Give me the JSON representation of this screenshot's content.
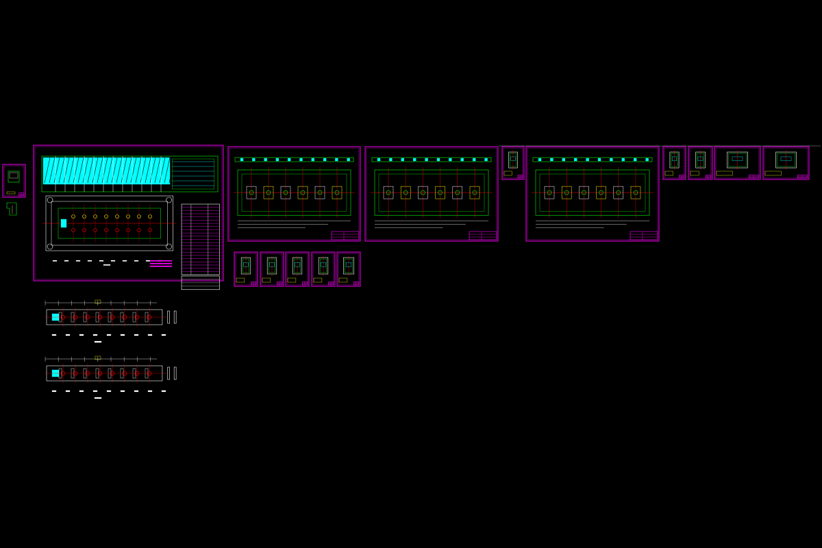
{
  "view": {
    "background": "#000000",
    "palette": {
      "sheet_border": "#ff00ff",
      "outline": "#00ff00",
      "center_line": "#ff0000",
      "hatch": "#00ffff",
      "feature": "#ffff00",
      "dimension": "#ffffff"
    }
  },
  "sheets": [
    {
      "id": "tiny-detail-a"
    },
    {
      "id": "tiny-detail-b"
    },
    {
      "id": "main-assembly"
    },
    {
      "id": "plate-1"
    },
    {
      "id": "plate-2"
    },
    {
      "id": "small-part-1"
    },
    {
      "id": "plate-3"
    },
    {
      "id": "part-a"
    },
    {
      "id": "part-b"
    },
    {
      "id": "part-c"
    },
    {
      "id": "part-d"
    },
    {
      "id": "row-part-1"
    },
    {
      "id": "row-part-2"
    },
    {
      "id": "row-part-3"
    },
    {
      "id": "row-part-4"
    },
    {
      "id": "row-part-5"
    },
    {
      "id": "strip-layout-1"
    },
    {
      "id": "strip-layout-2"
    }
  ]
}
